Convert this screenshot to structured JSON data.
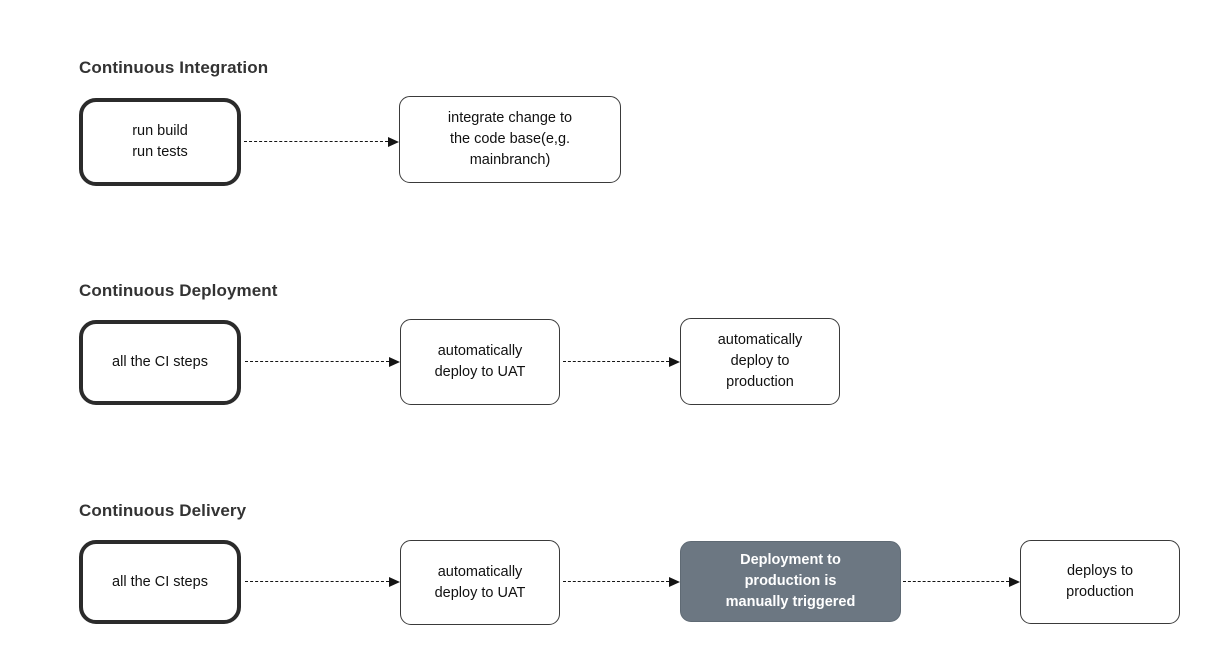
{
  "diagram": {
    "title_text_color": "#333333",
    "accent_gray": "#6c7782",
    "line_color": "#141414",
    "background": "#ffffff",
    "sections": [
      {
        "id": "continuous-integration",
        "heading": "Continuous Integration",
        "nodes": [
          {
            "id": "ci-node-1",
            "label": "run build\nrun tests",
            "style": "thick"
          },
          {
            "id": "ci-node-2",
            "label": "integrate change to\nthe code base(e,g.\nmainbranch)",
            "style": "thin"
          }
        ],
        "connectors": [
          {
            "id": "ci-arrow-1",
            "from": "ci-node-1",
            "to": "ci-node-2",
            "style": "dashed-arrow"
          }
        ]
      },
      {
        "id": "continuous-deployment",
        "heading": "Continuous Deployment",
        "nodes": [
          {
            "id": "cdep-node-1",
            "label": "all the CI steps",
            "style": "thick"
          },
          {
            "id": "cdep-node-2",
            "label": "automatically\ndeploy to UAT",
            "style": "thin"
          },
          {
            "id": "cdep-node-3",
            "label": "automatically\ndeploy to\nproduction",
            "style": "thin"
          }
        ],
        "connectors": [
          {
            "id": "cdep-arrow-1",
            "from": "cdep-node-1",
            "to": "cdep-node-2",
            "style": "dashed-arrow"
          },
          {
            "id": "cdep-arrow-2",
            "from": "cdep-node-2",
            "to": "cdep-node-3",
            "style": "dashed-arrow"
          }
        ]
      },
      {
        "id": "continuous-delivery",
        "heading": "Continuous Delivery",
        "nodes": [
          {
            "id": "cdel-node-1",
            "label": "all the CI steps",
            "style": "thick"
          },
          {
            "id": "cdel-node-2",
            "label": "automatically\ndeploy to UAT",
            "style": "thin"
          },
          {
            "id": "cdel-node-3",
            "label": "Deployment to\nproduction is\nmanually triggered",
            "style": "filled"
          },
          {
            "id": "cdel-node-4",
            "label": "deploys to\nproduction",
            "style": "thin"
          }
        ],
        "connectors": [
          {
            "id": "cdel-arrow-1",
            "from": "cdel-node-1",
            "to": "cdel-node-2",
            "style": "dashed-arrow"
          },
          {
            "id": "cdel-arrow-2",
            "from": "cdel-node-2",
            "to": "cdel-node-3",
            "style": "dashed-arrow"
          },
          {
            "id": "cdel-arrow-3",
            "from": "cdel-node-3",
            "to": "cdel-node-4",
            "style": "dashed-arrow"
          }
        ]
      }
    ]
  }
}
